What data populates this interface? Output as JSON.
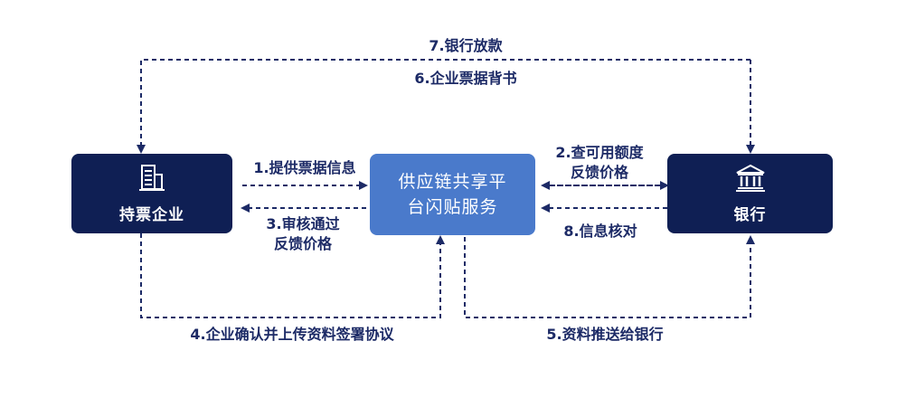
{
  "colors": {
    "node_dark": "#0f1f54",
    "node_center": "#4a7acb",
    "arrow": "#1c2a66",
    "label_text": "#1c2a66"
  },
  "nodes": {
    "enterprise": {
      "label": "持票企业",
      "icon": "building-icon"
    },
    "platform": {
      "label": "供应链共享平\n台闪贴服务"
    },
    "bank": {
      "label": "银行",
      "icon": "bank-icon"
    }
  },
  "edges": {
    "e1": "1.提供票据信息",
    "e2": "2.查可用额度\n反馈价格",
    "e3": "3.审核通过\n反馈价格",
    "e4": "4.企业确认并上传资料签署协议",
    "e5": "5.资料推送给银行",
    "e6": "6.企业票据背书",
    "e7": "7.银行放款",
    "e8": "8.信息核对"
  }
}
